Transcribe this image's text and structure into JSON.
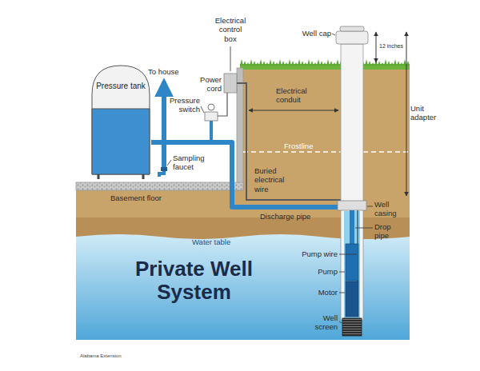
{
  "diagram": {
    "title": "Private Well System",
    "nodes": [
      {
        "text": [
          "Pressure tank"
        ]
      }
    ],
    "labels": [
      "To house",
      "Electrical control box",
      "Power cord",
      "Pressure switch",
      "Electrical conduit",
      "Well cap",
      "12 inches",
      "Unit adapter",
      "Frostline",
      "Sampling faucet",
      "Buried electrical wire",
      "Basement floor",
      "Well casing",
      "Discharge pipe",
      "Drop pipe",
      "Water table",
      "Pump wire",
      "Pump",
      "Motor",
      "Well screen",
      "Alabama Extension"
    ]
  }
}
